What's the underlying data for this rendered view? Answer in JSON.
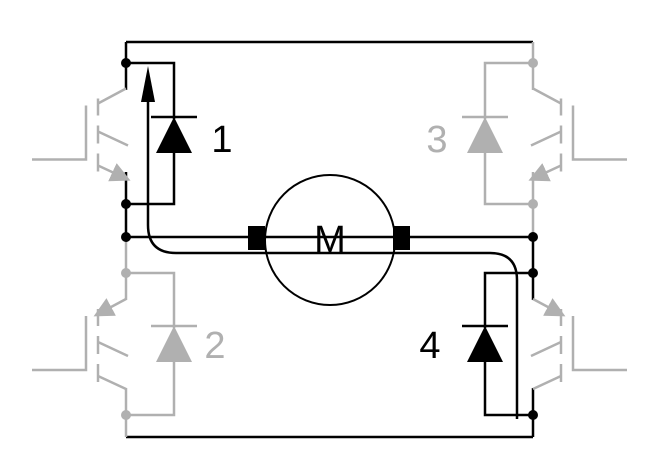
{
  "diagram": {
    "motor_label": "M",
    "switches": [
      {
        "label": "1",
        "state": "active"
      },
      {
        "label": "2",
        "state": "inactive"
      },
      {
        "label": "3",
        "state": "inactive"
      },
      {
        "label": "4",
        "state": "active"
      }
    ]
  },
  "colors": {
    "active": "#000000",
    "inactive": "#b0b0b0"
  }
}
